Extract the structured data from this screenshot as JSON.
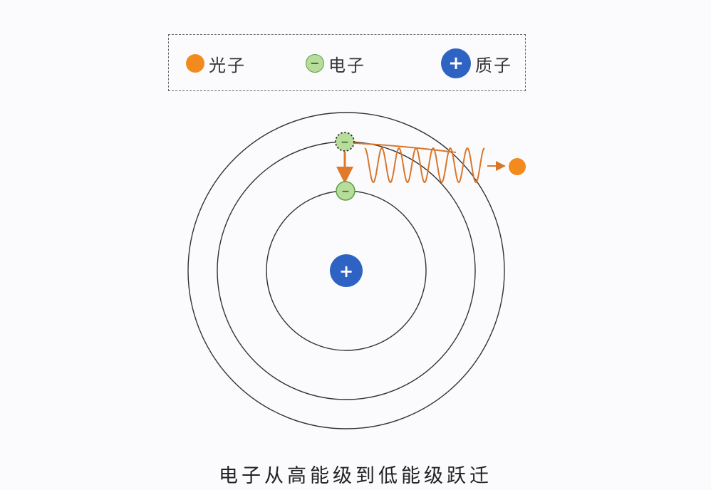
{
  "legend": {
    "photon": {
      "label": "光子",
      "icon": "photon-dot",
      "color": "#f28a1e"
    },
    "electron": {
      "label": "电子",
      "symbol": "−",
      "icon": "electron-dot",
      "color": "#b8dc9a"
    },
    "proton": {
      "label": "质子",
      "symbol": "+",
      "icon": "proton-dot",
      "color": "#2e63c4"
    }
  },
  "diagram": {
    "nucleus_symbol": "+",
    "electron_symbol": "−",
    "orbit_count": 3,
    "colors": {
      "orbit": "#333333",
      "transition_arrow": "#e07a2a",
      "wave": "#d9762a",
      "photon": "#f28a1e",
      "proton": "#2e63c4",
      "electron_fill": "#b8dc9a",
      "electron_stroke": "#5aa04a"
    }
  },
  "caption": "电子从高能级到低能级跃迁"
}
